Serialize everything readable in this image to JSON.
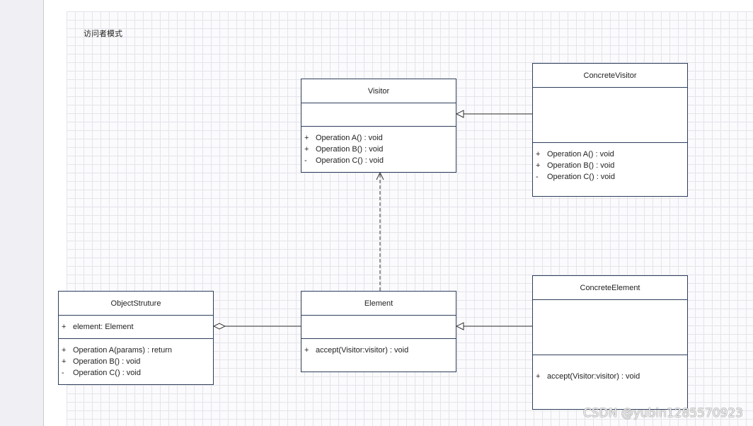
{
  "diagram": {
    "title": "访问者模式",
    "watermark": "CSDN @yubin1285570923",
    "classes": [
      {
        "id": "visitor",
        "name": "Visitor",
        "attributes": [],
        "operations": [
          {
            "vis": "+",
            "text": "Operation A() : void"
          },
          {
            "vis": "+",
            "text": "Operation B() : void"
          },
          {
            "vis": "-",
            "text": "Operation C() : void"
          }
        ]
      },
      {
        "id": "concrete-visitor",
        "name": "ConcreteVisitor",
        "attributes": [],
        "operations": [
          {
            "vis": "+",
            "text": "Operation A() : void"
          },
          {
            "vis": "+",
            "text": "Operation B() : void"
          },
          {
            "vis": "-",
            "text": "Operation C() : void"
          }
        ]
      },
      {
        "id": "object-struture",
        "name": "ObjectStruture",
        "attributes": [
          {
            "vis": "+",
            "text": "element: Element"
          }
        ],
        "operations": [
          {
            "vis": "+",
            "text": "Operation A(params) : return"
          },
          {
            "vis": "+",
            "text": "Operation B() : void"
          },
          {
            "vis": "-",
            "text": "Operation C() : void"
          }
        ]
      },
      {
        "id": "element",
        "name": "Element",
        "attributes": [],
        "operations": [
          {
            "vis": "+",
            "text": "accept(Visitor:visitor) : void"
          }
        ]
      },
      {
        "id": "concrete-element",
        "name": "ConcreteElement",
        "attributes": [],
        "operations": [
          {
            "vis": "+",
            "text": "accept(Visitor:visitor) : void"
          }
        ]
      }
    ],
    "relations": [
      {
        "from": "concrete-visitor",
        "to": "visitor",
        "type": "generalization"
      },
      {
        "from": "concrete-element",
        "to": "element",
        "type": "generalization"
      },
      {
        "from": "element",
        "to": "visitor",
        "type": "dependency"
      },
      {
        "from": "element",
        "to": "object-struture",
        "type": "aggregation"
      }
    ]
  }
}
